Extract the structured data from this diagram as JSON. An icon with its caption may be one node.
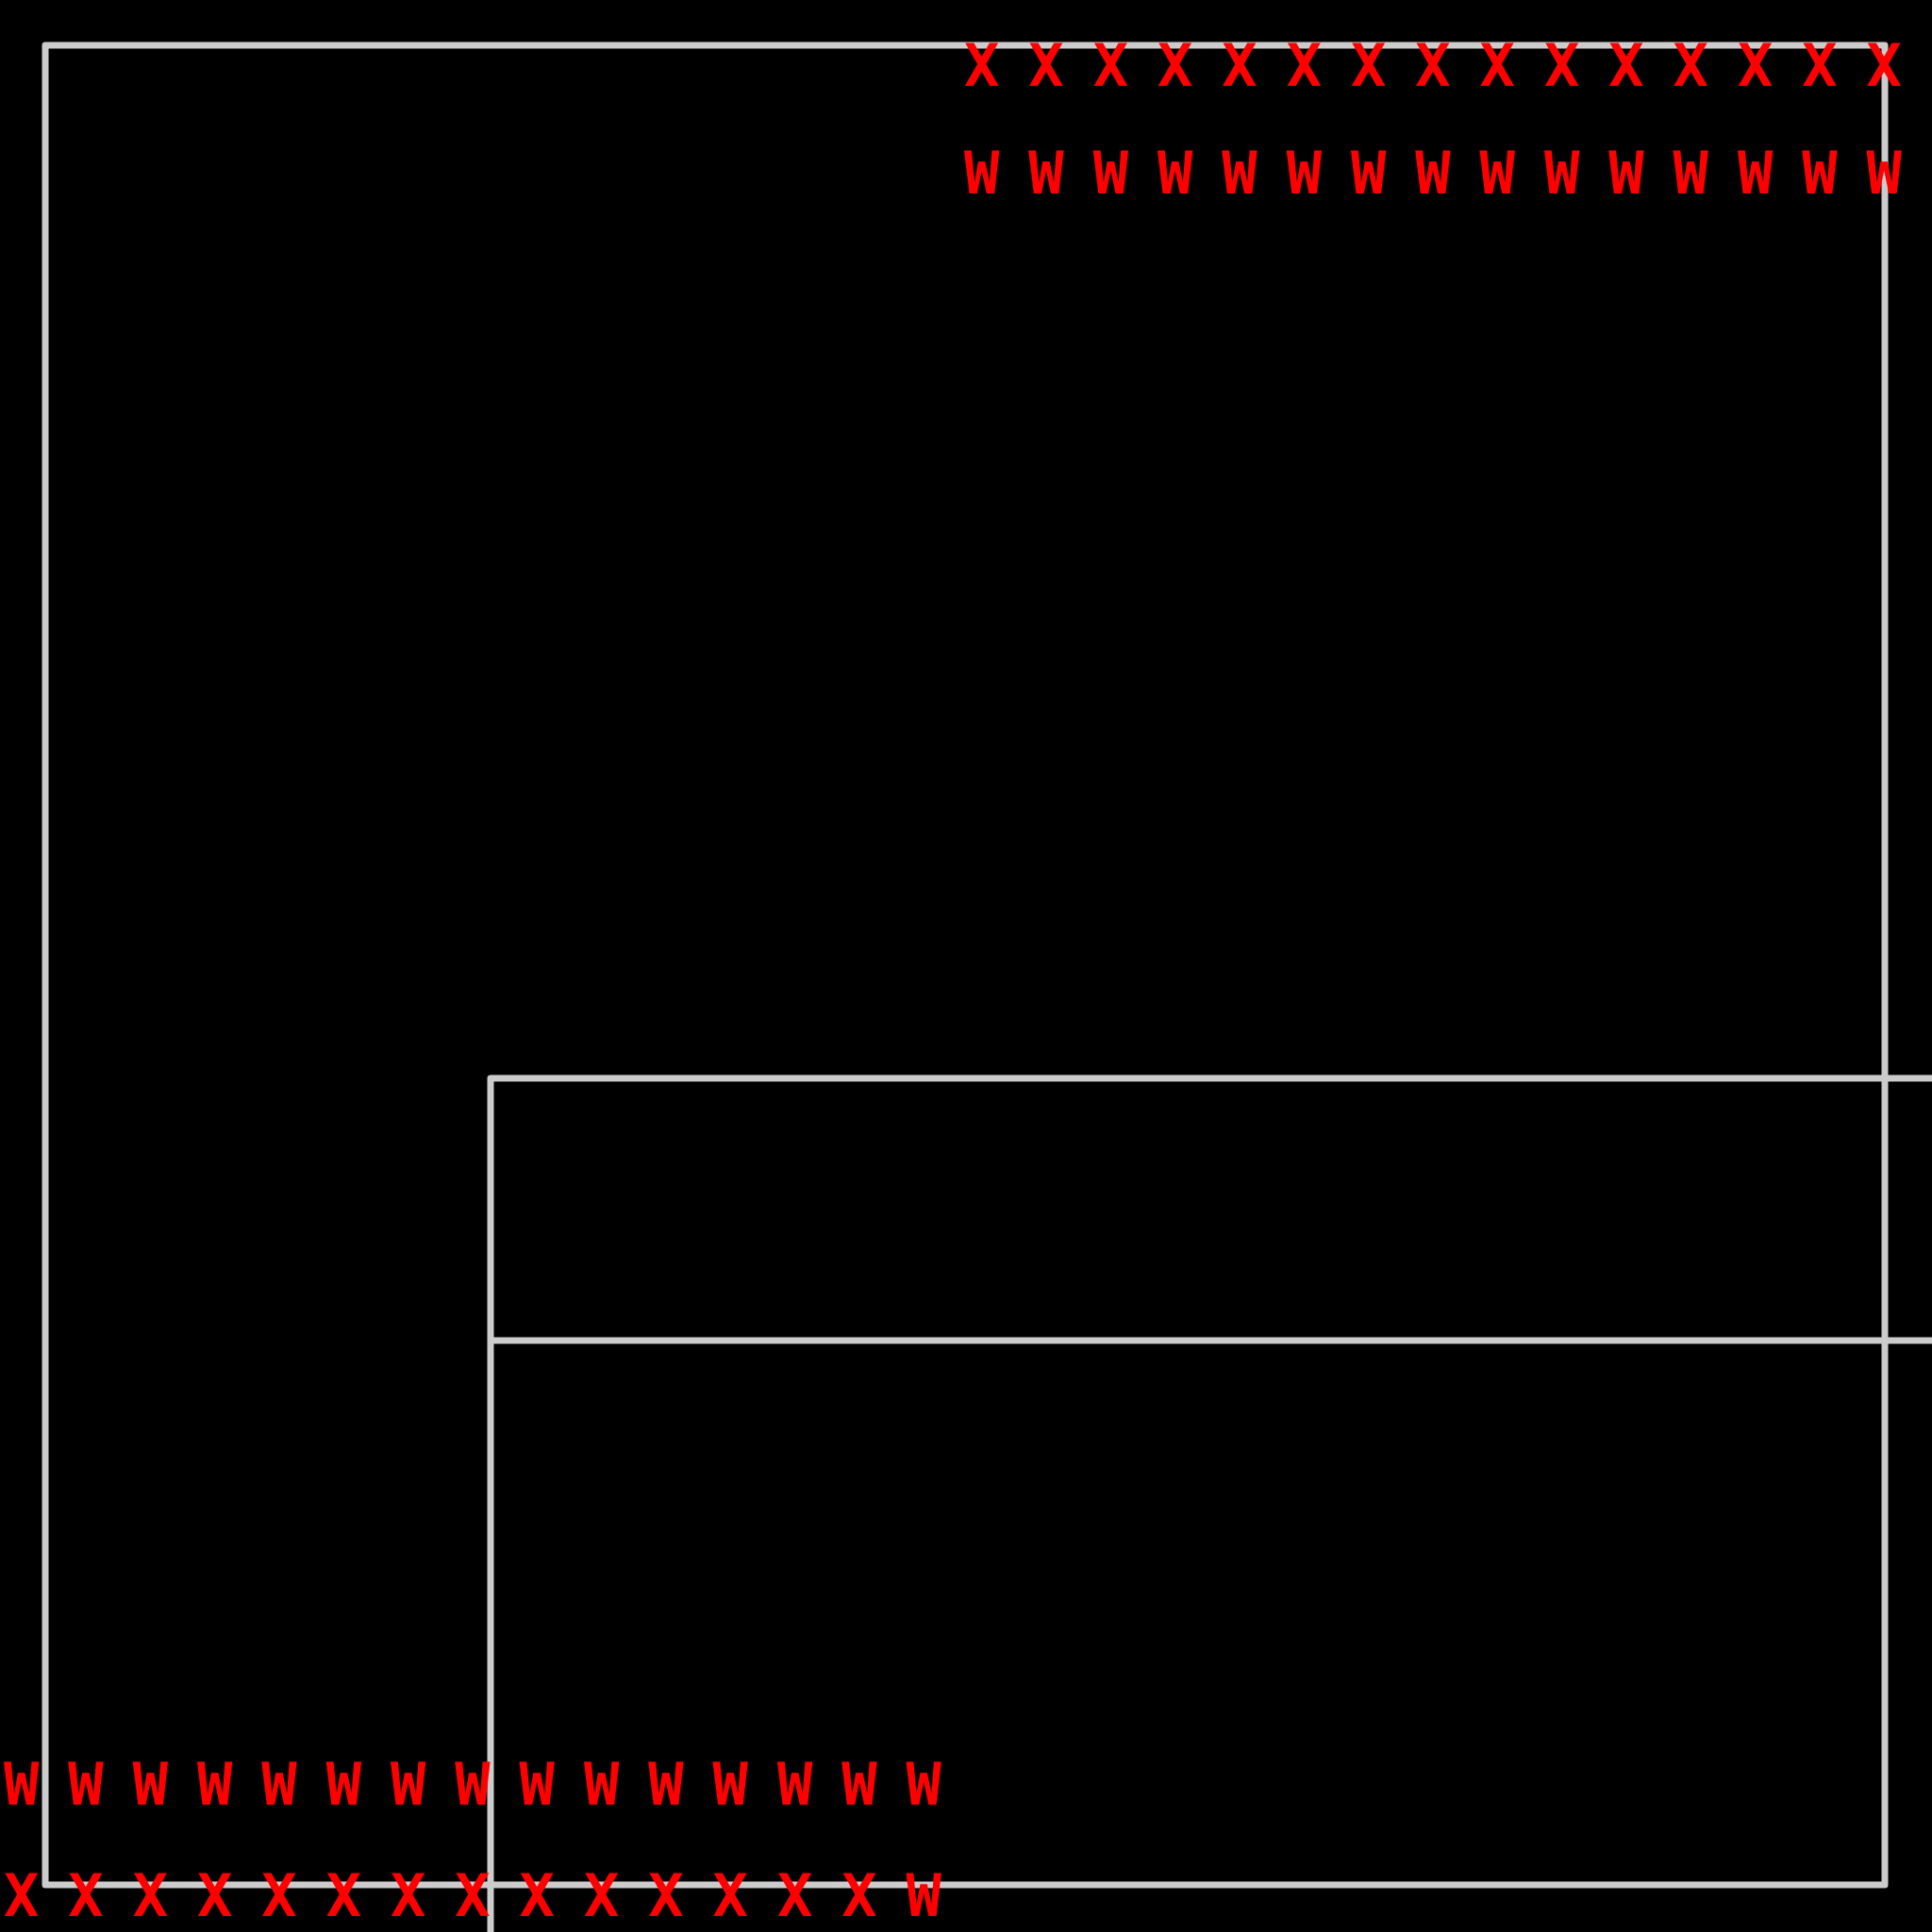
{
  "diagram": {
    "labels": [
      "XXXXXXXXXXXXXXX",
      "WWWWWWWWWWWWWWW",
      "WWWWWWWWWWWWWWW",
      "XXXXXXXXXXXXXXW"
    ]
  }
}
